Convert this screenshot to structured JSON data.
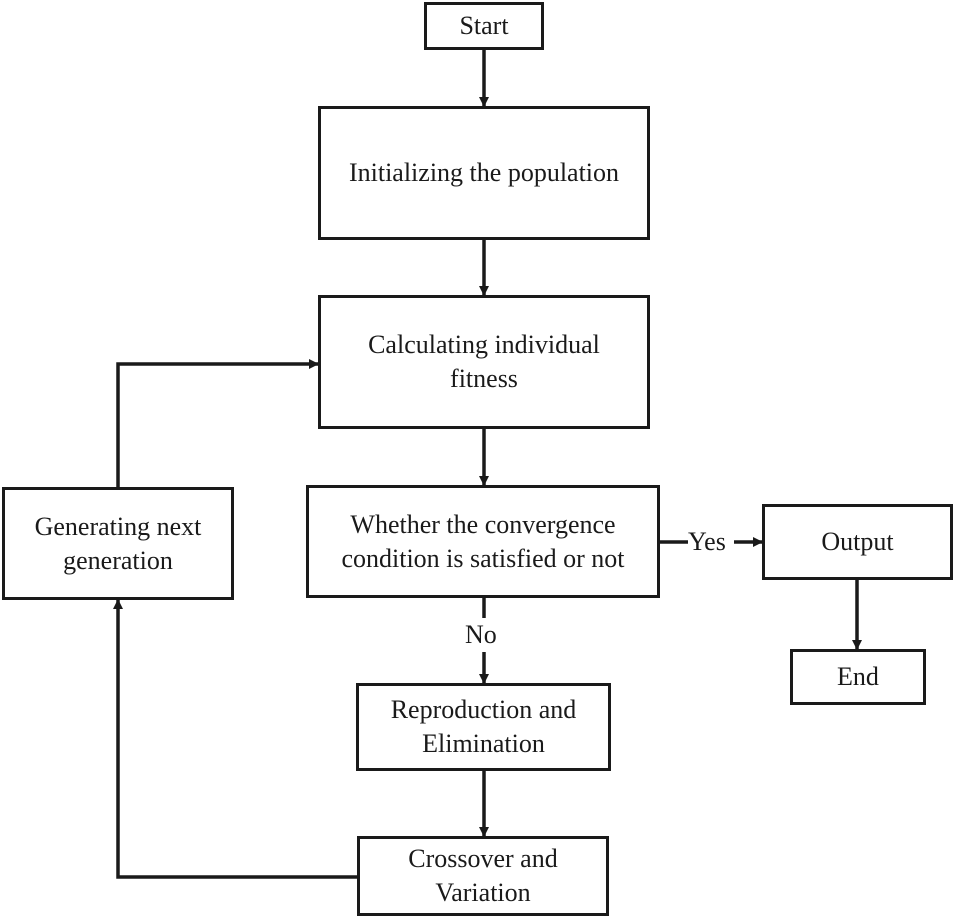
{
  "nodes": {
    "start": "Start",
    "init": "Initializing the population",
    "fitness_line1": "Calculating individual",
    "fitness_line2": "fitness",
    "condition_line1": "Whether the convergence",
    "condition_line2": "condition is satisfied or not",
    "output": "Output",
    "end": "End",
    "reproduction_line1": "Reproduction and",
    "reproduction_line2": "Elimination",
    "crossover_line1": "Crossover and",
    "crossover_line2": "Variation",
    "nextgen_line1": "Generating next",
    "nextgen_line2": "generation"
  },
  "edges": {
    "yes_label": "Yes",
    "no_label": "No"
  },
  "colors": {
    "stroke": "#1a1a1a",
    "background": "#ffffff"
  }
}
